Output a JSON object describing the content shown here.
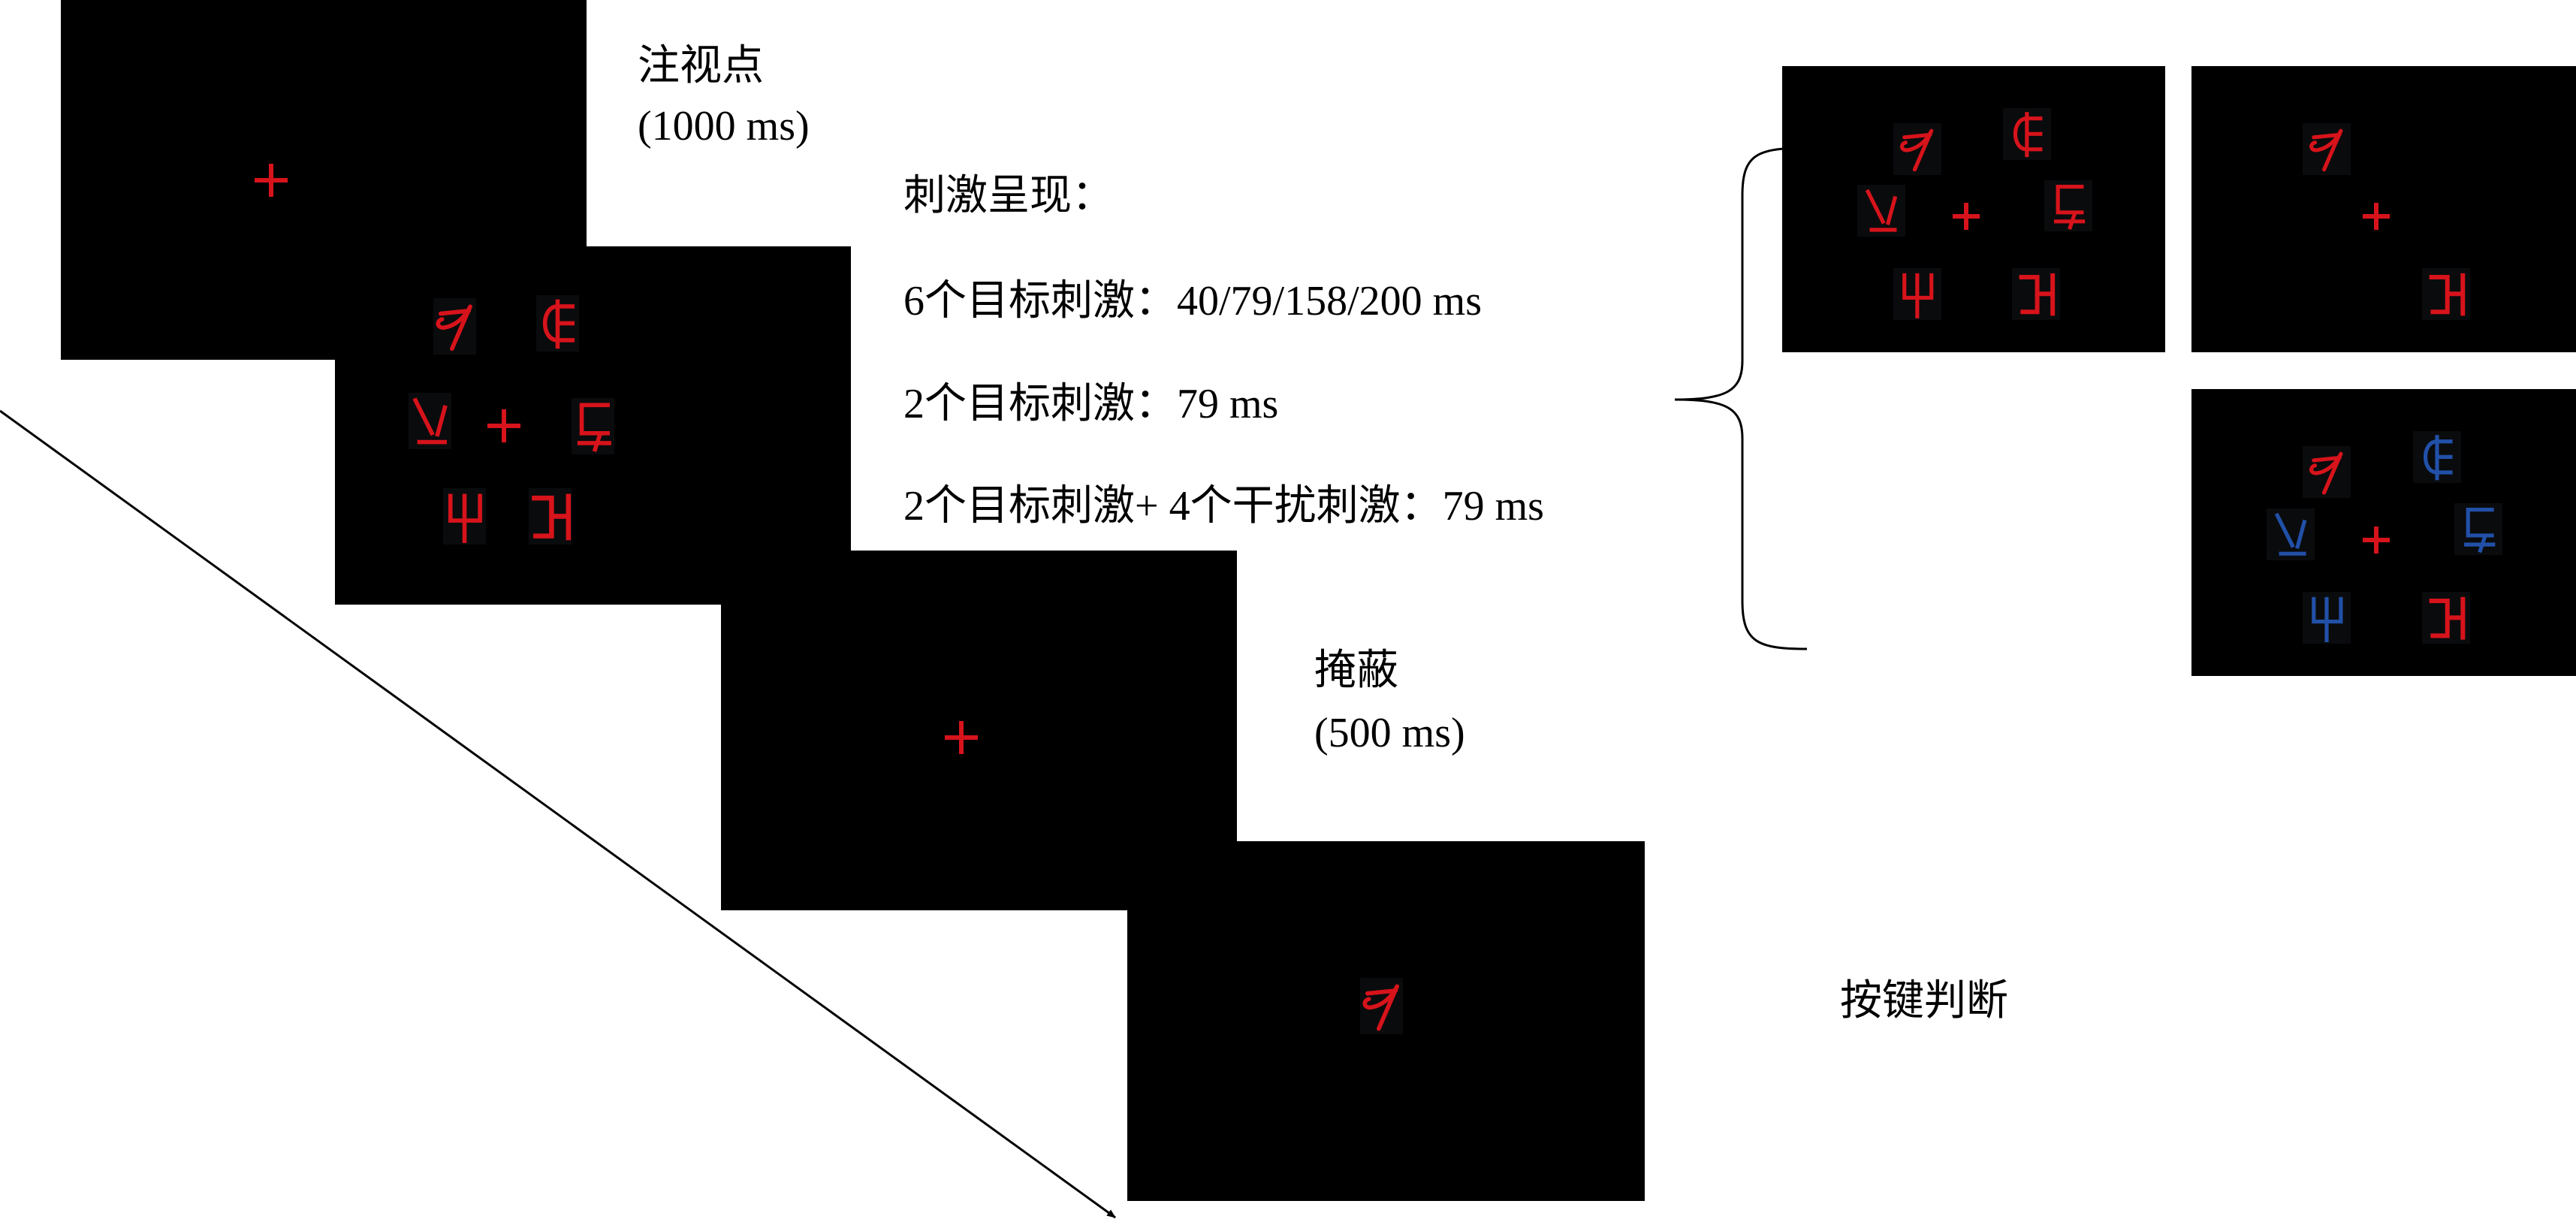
{
  "labels": {
    "fixation_title": "注视点",
    "fixation_duration": "(1000 ms)",
    "stimulus_title": "刺激呈现：",
    "condition_1": "6个目标刺激：40/79/158/200 ms",
    "condition_2": "2个目标刺激：79 ms",
    "condition_3": "2个目标刺激+ 4个干扰刺激：79 ms",
    "mask_title": "掩蔽",
    "mask_duration": "(500 ms)",
    "response_title": "按键判断"
  },
  "colors": {
    "red": "#d7131b",
    "blue": "#2150a8",
    "background": "#000000"
  },
  "panels": {
    "stimulus": {
      "glyphs": [
        "g1",
        "g2",
        "g3",
        "g4",
        "g5",
        "g6"
      ],
      "glyph_colors": [
        "red",
        "red",
        "red",
        "red",
        "red",
        "red"
      ]
    },
    "example_six_targets": {
      "glyphs": [
        "g1",
        "g2",
        "g3",
        "g4",
        "g5",
        "g6"
      ],
      "glyph_colors": [
        "red",
        "red",
        "red",
        "red",
        "red",
        "red"
      ]
    },
    "example_two_targets": {
      "glyphs": [
        "g1",
        "g6"
      ],
      "glyph_colors": [
        "red",
        "red"
      ]
    },
    "example_targets_distractors": {
      "glyphs": [
        "g1",
        "g2",
        "g3",
        "g4",
        "g5",
        "g6"
      ],
      "glyph_colors": [
        "red",
        "blue",
        "blue",
        "blue",
        "blue",
        "red"
      ]
    },
    "response": {
      "glyphs": [
        "g1"
      ],
      "glyph_colors": [
        "red"
      ]
    }
  }
}
